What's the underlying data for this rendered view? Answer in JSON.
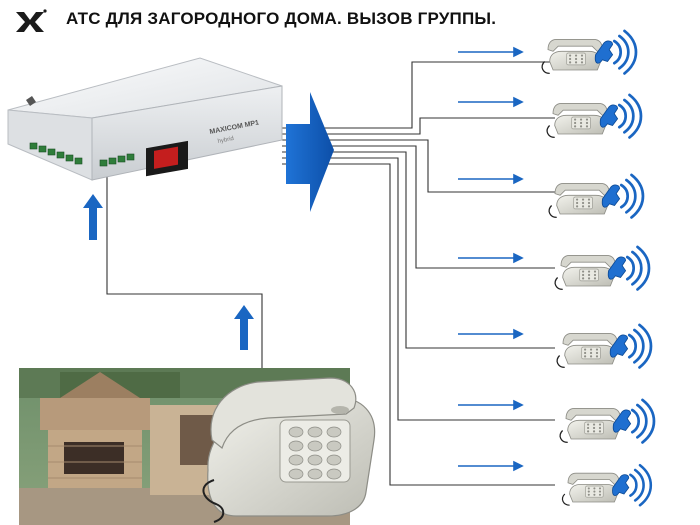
{
  "header": {
    "title": "АТС ДЛЯ ЗАГОРОДНОГО ДОМА. ВЫЗОВ ГРУППЫ.",
    "logo_icon": "maxicom-logo-icon"
  },
  "pbx": {
    "model_label": "MAXICOM MP1",
    "variant_label": "hybrid",
    "icon": "pbx-unit-icon"
  },
  "handsets": {
    "count": 7,
    "icon": "ringing-telephone-icon"
  },
  "caller": {
    "icon": "desk-telephone-icon",
    "scene": "outdoor-barbecue-photo"
  },
  "colors": {
    "accent": "#1a66c2",
    "line": "#333333",
    "pbx_body": "#e9ebed",
    "phone_body": "#dcdcd4"
  }
}
